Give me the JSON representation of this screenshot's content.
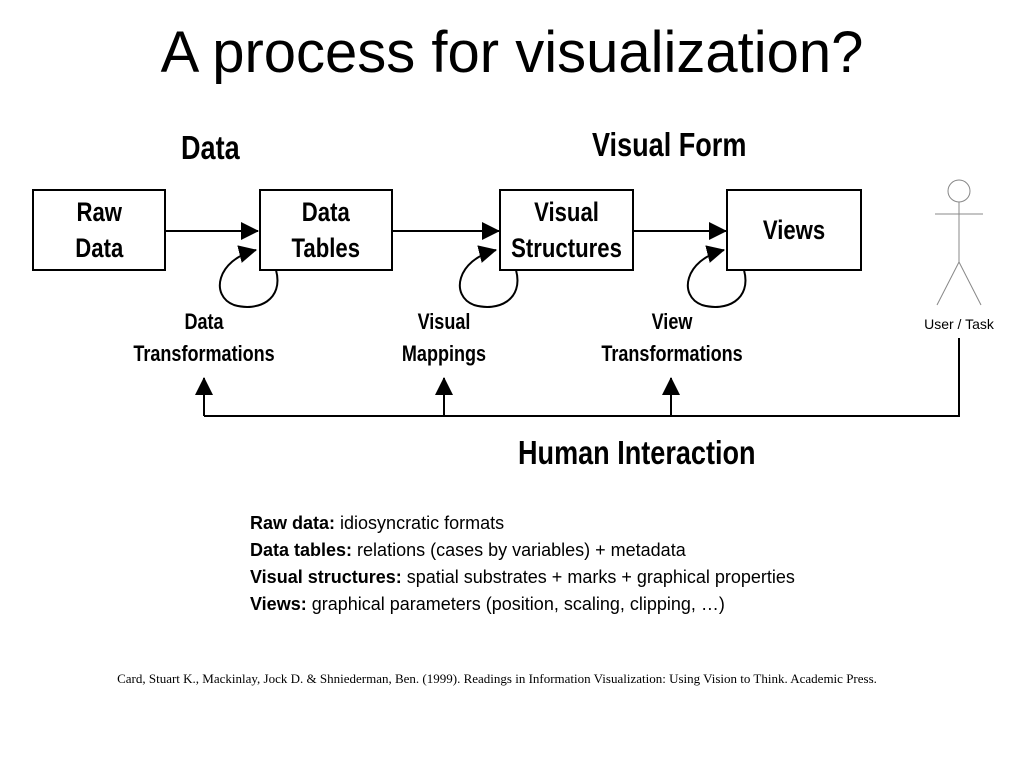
{
  "title": "A process for visualization?",
  "headings": {
    "data": "Data",
    "visual_form": "Visual Form",
    "human_interaction": "Human Interaction"
  },
  "nodes": [
    {
      "label": "Raw\nData"
    },
    {
      "label": "Data\nTables"
    },
    {
      "label": "Visual\nStructures"
    },
    {
      "label": "Views"
    }
  ],
  "operations": [
    {
      "label": "Data\nTransformations"
    },
    {
      "label": "Visual\nMappings"
    },
    {
      "label": "View\nTransformations"
    }
  ],
  "actor": {
    "label": "User / Task",
    "icon": "stick-figure-icon"
  },
  "definitions": [
    {
      "term": "Raw data:",
      "text": " idiosyncratic formats"
    },
    {
      "term": "Data tables:",
      "text": " relations (cases by variables) + metadata"
    },
    {
      "term": "Visual structures:",
      "text": " spatial substrates + marks + graphical properties"
    },
    {
      "term": "Views:",
      "text": " graphical parameters (position, scaling, clipping, …)"
    }
  ],
  "citation": "Card, Stuart K., Mackinlay, Jock D. & Shniederman, Ben. (1999). Readings in Information Visualization: Using Vision to Think. Academic Press."
}
